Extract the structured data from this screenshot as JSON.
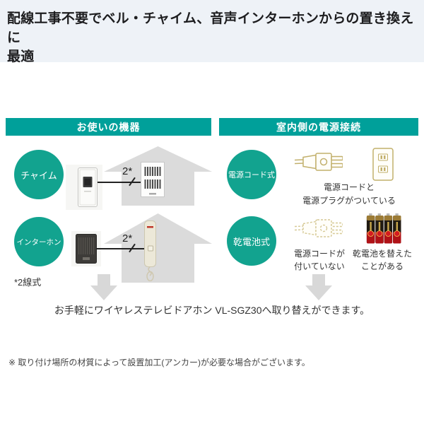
{
  "title": {
    "line1": "配線工事不要でベル・チャイム、音声インターホンからの置き換えに",
    "line2": "最適"
  },
  "left_column": {
    "header": "お使いの機器",
    "chime_row": {
      "label": "チャイム",
      "wire_label": "2*"
    },
    "intercom_row": {
      "label": "インターホン",
      "wire_label": "2*"
    },
    "footnote": "*2線式"
  },
  "right_column": {
    "header": "室内側の電源接続",
    "cord_row": {
      "label": "電源コード式",
      "caption_line1": "電源コードと",
      "caption_line2": "電源プラグがついている"
    },
    "battery_row": {
      "label": "乾電池式",
      "cord_caption_line1": "電源コードが",
      "cord_caption_line2": "付いていない",
      "battery_caption_line1": "乾電池を替えた",
      "battery_caption_line2": "ことがある"
    }
  },
  "conclusion": "お手軽にワイヤレステレビドアホン VL-SGZ30へ取り替えができます。",
  "note": "※ 取り付け場所の材質によって設置加工(アンカー)が必要な場合がございます。",
  "colors": {
    "header_teal": "#00A09A",
    "circle_teal": "#12A38F",
    "title_band_bg": "#EEF2F7",
    "house_gray": "#DBDBDB",
    "arrow_gray": "#D8D8D8",
    "plug_outline_tan": "#C2B06C",
    "battery_red": "#B01217"
  }
}
